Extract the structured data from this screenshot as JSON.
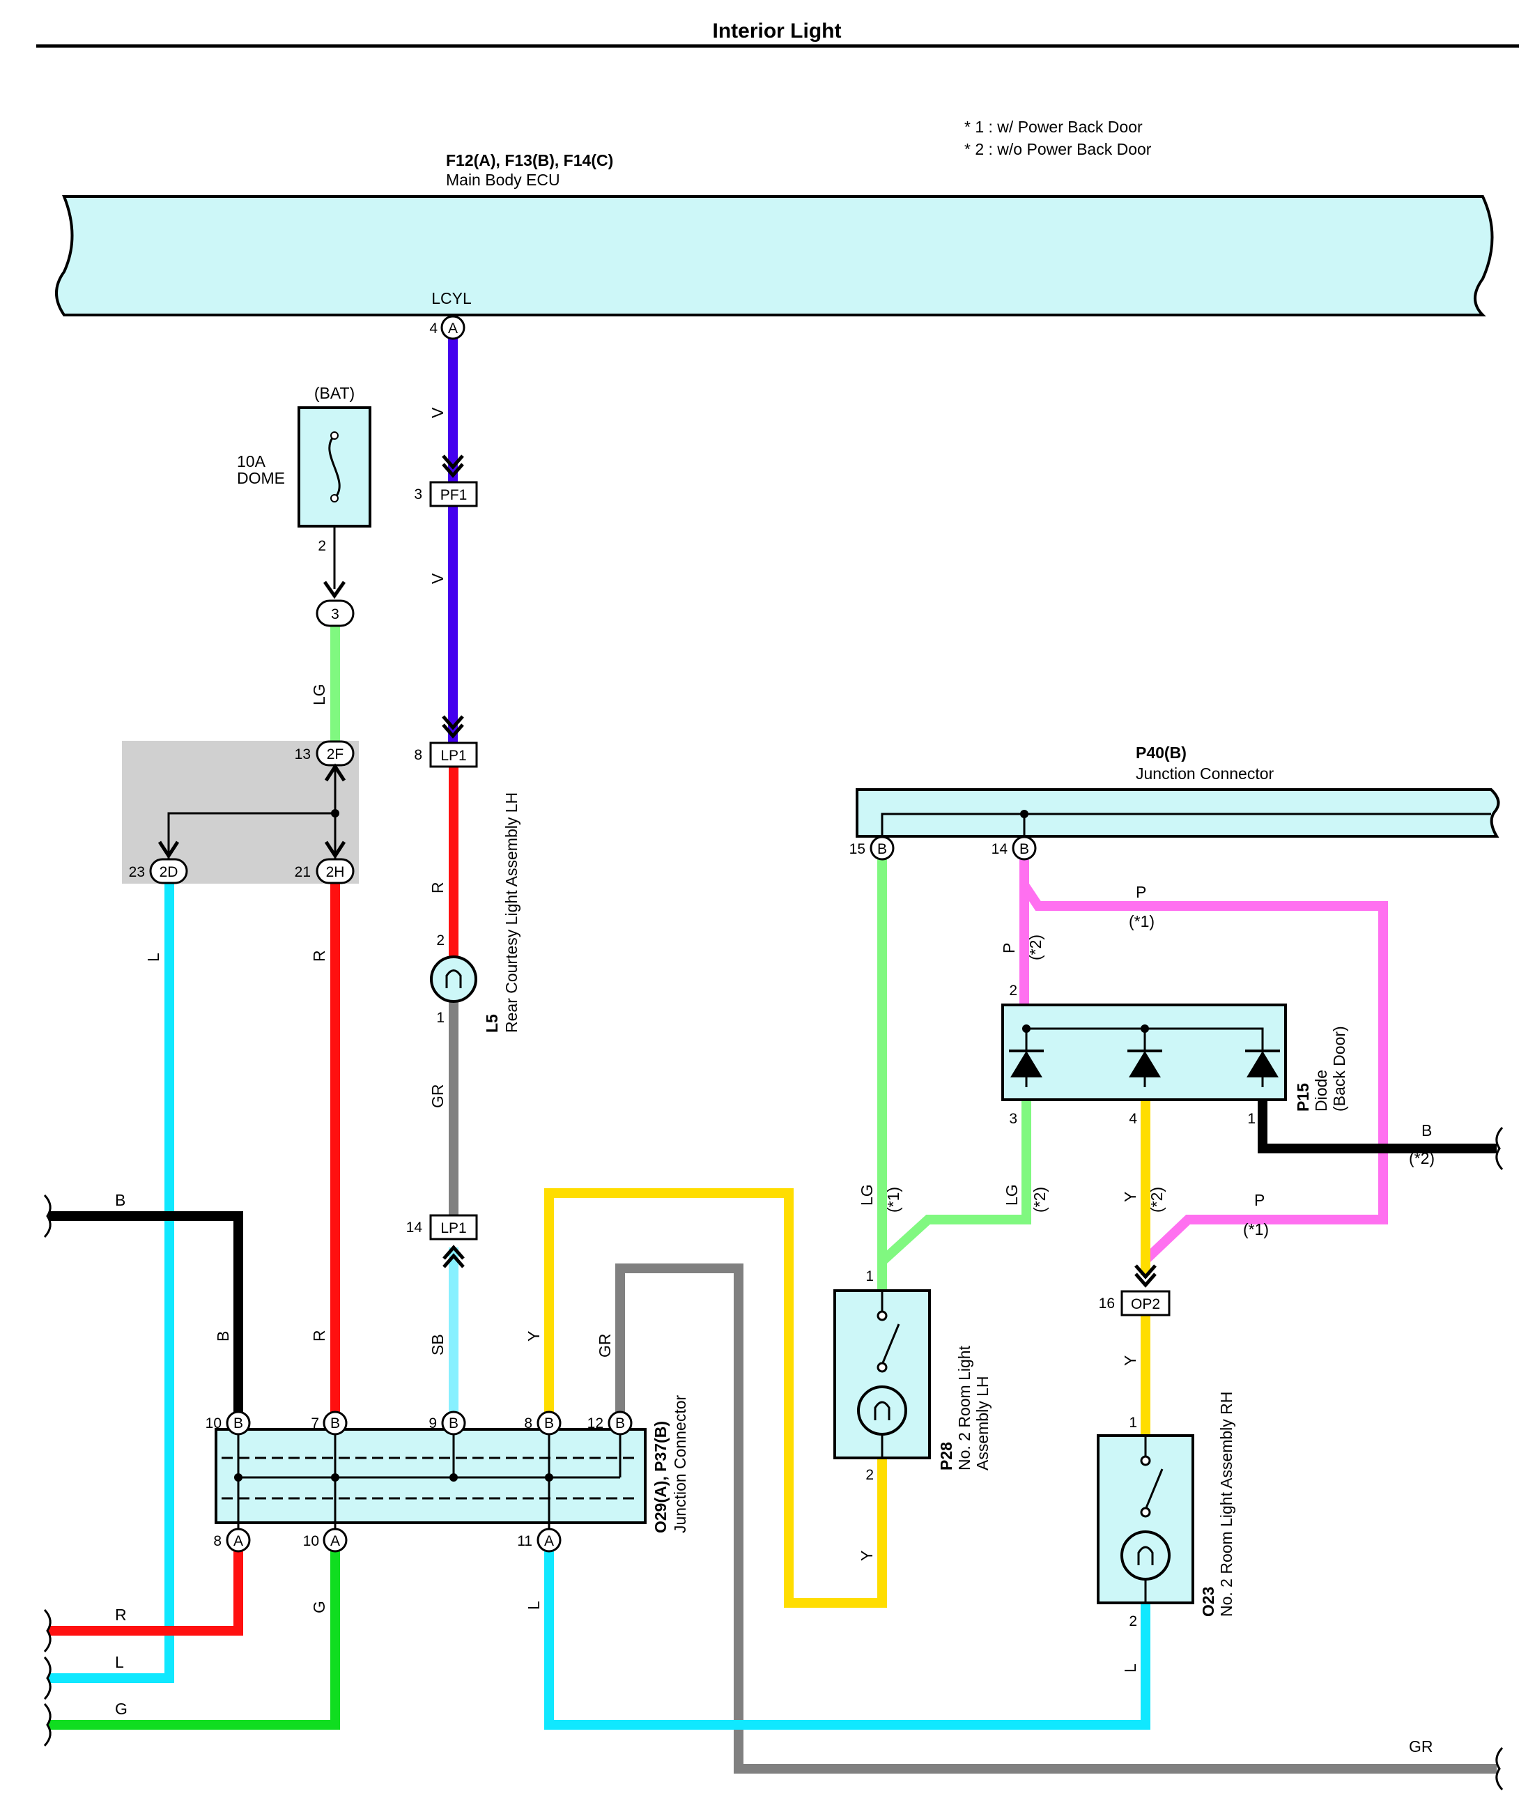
{
  "title": "Interior Light",
  "notes": [
    "* 1 : w/ Power Back Door",
    "* 2 : w/o Power Back Door"
  ],
  "colors": {
    "V": "#4400ee",
    "LG": "#80f880",
    "R": "#ff1010",
    "L": "#10e8ff",
    "GR": "#808080",
    "B": "#000000",
    "G": "#10dd20",
    "Y": "#ffdd00",
    "SB": "#88f0ff",
    "P": "#ff70f0",
    "box_fill": "#cdf7f8",
    "shade": "#d0d0d0"
  },
  "components": {
    "ecu": {
      "codes": "F12(A), F13(B), F14(C)",
      "name": "Main Body ECU",
      "terminal": "LCYL",
      "pin": "4",
      "conn": "A"
    },
    "fuse": {
      "source": "(BAT)",
      "rating": "10A",
      "name": "DOME",
      "pin": "2"
    },
    "jb": {
      "node3": "3",
      "p13": "13",
      "c2F": "2F",
      "p23": "23",
      "c2D": "2D",
      "p21": "21",
      "c2H": "2H"
    },
    "pf1": {
      "pin": "3",
      "name": "PF1"
    },
    "lp1_top": {
      "pin": "8",
      "name": "LP1"
    },
    "lp1_bot": {
      "pin": "14",
      "name": "LP1"
    },
    "l5": {
      "code": "L5",
      "name": "Rear Courtesy Light Assembly LH",
      "pin_top": "2",
      "pin_bot": "1"
    },
    "o29": {
      "code": "O29(A), P37(B)",
      "name": "Junction Connector",
      "top_pins": [
        {
          "n": "10",
          "c": "B"
        },
        {
          "n": "7",
          "c": "B"
        },
        {
          "n": "9",
          "c": "B"
        },
        {
          "n": "8",
          "c": "B"
        },
        {
          "n": "12",
          "c": "B"
        }
      ],
      "bot_pins": [
        {
          "n": "8",
          "c": "A"
        },
        {
          "n": "10",
          "c": "A"
        },
        {
          "n": "11",
          "c": "A"
        }
      ]
    },
    "p40": {
      "code": "P40(B)",
      "name": "Junction Connector",
      "pins": [
        {
          "n": "15",
          "c": "B"
        },
        {
          "n": "14",
          "c": "B"
        }
      ]
    },
    "p15": {
      "code": "P15",
      "name": "Diode",
      "name2": "(Back Door)",
      "pin2": "2",
      "pin3": "3",
      "pin4": "4",
      "pin1": "1"
    },
    "p28": {
      "code": "P28",
      "name": "No.  2 Room Light",
      "name2": "Assembly LH",
      "pin1": "1",
      "pin2": "2"
    },
    "op2": {
      "pin": "16",
      "name": "OP2"
    },
    "o23": {
      "code": "O23",
      "name": "No.  2 Room Light Assembly RH",
      "pin1": "1",
      "pin2": "2"
    }
  },
  "wire_labels": {
    "V": "V",
    "LG": "LG",
    "R": "R",
    "L": "L",
    "GR": "GR",
    "B": "B",
    "G": "G",
    "Y": "Y",
    "SB": "SB",
    "P": "P",
    "s1": "(*1)",
    "s2": "(*2)"
  }
}
